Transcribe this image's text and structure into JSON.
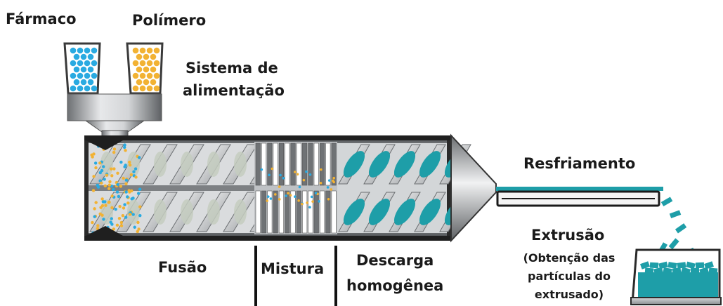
{
  "labels": {
    "farmaco": "Fármaco",
    "polimero": "Polímero",
    "sistema_line1": "Sistema de",
    "sistema_line2": "alimentação",
    "resfriamento": "Resfriamento",
    "fusao": "Fusão",
    "mistura": "Mistura",
    "descarga_line1": "Descarga",
    "descarga_line2": "homogênea",
    "extrusao": "Extrusão",
    "obtencao_line1": "(Obtenção das",
    "obtencao_line2": "partículas do",
    "obtencao_line3": "extrusado)"
  },
  "colors": {
    "drug": "#29aae1",
    "polymer": "#f2b233",
    "extrudate": "#1e9ea8",
    "barrel_dark": "#2b2b2b",
    "barrel_steel": "#a9acaf"
  }
}
